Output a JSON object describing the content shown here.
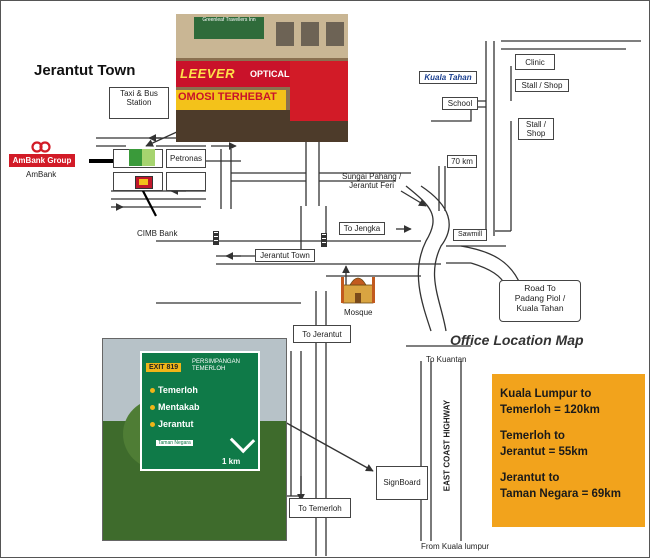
{
  "map": {
    "title": "Jerantut Town",
    "subtitle": "Office Location Map"
  },
  "labels": {
    "taxi_bus": "Taxi & Bus\nStation",
    "petronas": "Petronas",
    "ambank_group": "AmBank Group",
    "ambank": "AmBank",
    "cimb": "CIMB Bank",
    "kuala_tahan": "Kuala Tahan",
    "school": "School",
    "clinic": "Clinic",
    "stall_shop_1": "Stall / Shop",
    "stall_shop_2": "Stall /\nShop",
    "km70": "70 km",
    "sungai_pahang": "Sungai Pahang /\nJerantut Feri",
    "sawmill": "Sawmill",
    "to_jengka": "To Jengka",
    "jerantut_town": "Jerantut Town",
    "mosque": "Mosque",
    "road_to": "Road To\nPadang Piol /\nKuala Tahan",
    "to_jerantut": "To Jerantut",
    "to_kuantan": "To Kuantan",
    "east_coast": "EAST COAST HIGHWAY",
    "signboard": "SignBoard",
    "to_temerloh": "To Temerloh",
    "from_kl": "From Kuala lumpur"
  },
  "info": [
    "Kuala Lumpur to\nTemerloh = 120km",
    "Temerloh to\nJerantut = 55km",
    "Jerantut to\nTaman Negara = 69km"
  ],
  "photo": {
    "leever": "LEEVER",
    "optical": "OPTICAL",
    "omosi": "OMOSI TERHEBAT",
    "shop_sign": "Greenleaf Travellers Inn"
  },
  "road_sign": {
    "exit": "EXIT 819",
    "persimpangan": "PERSIMPANGAN\nTEMERLOH",
    "dest1": "Temerloh",
    "dest2": "Mentakab",
    "dest3": "Jerantut",
    "taman": "Taman Negara",
    "dist": "1 km"
  },
  "colors": {
    "info_bg": "#f2a31c",
    "ambank_red": "#d21b27",
    "sign_green": "#0f7a48"
  }
}
